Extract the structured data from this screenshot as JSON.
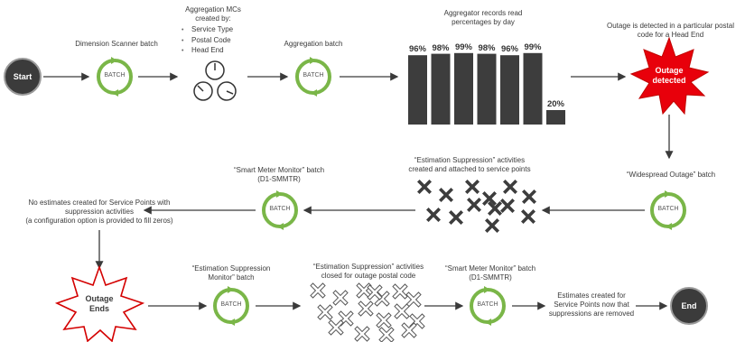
{
  "nodes": {
    "start": "Start",
    "end": "End",
    "batch": "BATCH",
    "dimension_scanner": "Dimension Scanner batch",
    "aggregation_mcs_title": "Aggregation MCs\ncreated by:",
    "aggregation_mcs_items": [
      "Service Type",
      "Postal Code",
      "Head End"
    ],
    "aggregation_batch": "Aggregation batch",
    "aggregator_records": "Aggregator records read\npercentages by day",
    "outage_detected_desc": "Outage is detected in a particular postal\ncode for a Head End",
    "outage_detected": "Outage\ndetected",
    "widespread_outage": "“Widespread Outage” batch",
    "suppression_created": "“Estimation Suppression” activities\ncreated and attached to service points",
    "smm_batch_1": "“Smart Meter Monitor” batch\n(D1-SMMTR)",
    "no_estimates": "No estimates created for Service Points with\nsuppression activities\n(a configuration option is provided to fill zeros)",
    "outage_ends": "Outage\nEnds",
    "suppression_monitor": "“Estimation Suppression\nMonitor” batch",
    "suppression_closed": "“Estimation Suppression” activities\nclosed for outage postal code",
    "smm_batch_2": "“Smart Meter Monitor” batch\n(D1-SMMTR)",
    "estimates_created": "Estimates created for\nService Points now that\nsuppressions are removed"
  },
  "bars": {
    "values": [
      96,
      98,
      99,
      98,
      96,
      99,
      20
    ],
    "labels": [
      "96%",
      "98%",
      "99%",
      "98%",
      "96%",
      "99%",
      "20%"
    ]
  },
  "colors": {
    "dark": "#3b3b3b",
    "batch_green": "#7ab648",
    "alert_red": "#e8000b",
    "outline_red": "#d40000",
    "bar": "#3d3d3d"
  },
  "icons": {
    "batch": "batch-cycle-icon",
    "gauges": "gauge-meters-icon",
    "x_filled": "x-mark-filled-icon",
    "x_outline": "x-mark-outline-icon"
  }
}
